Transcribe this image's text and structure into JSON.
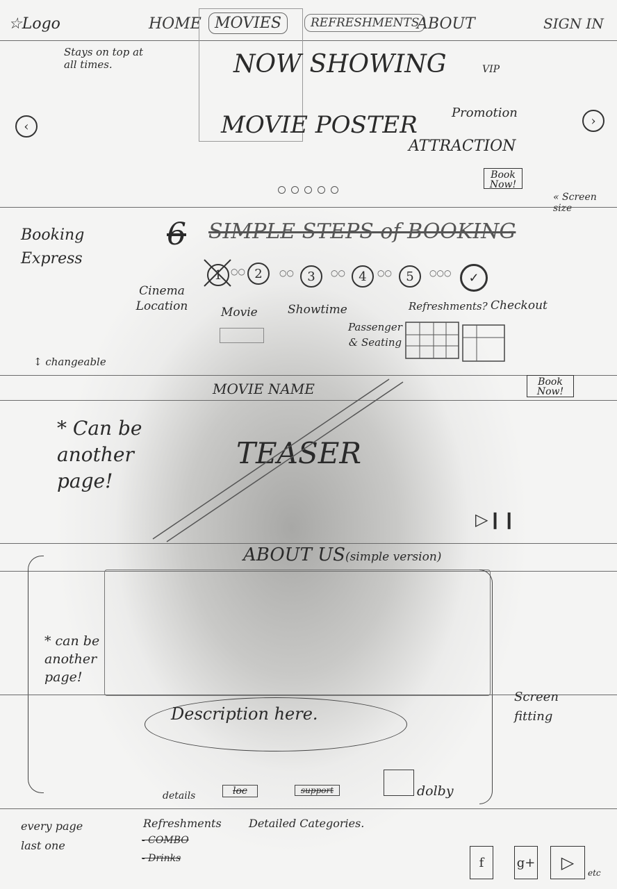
{
  "header": {
    "logo": "Logo",
    "logo_note": "Stays on top at all times.",
    "nav": [
      "HOME",
      "MOVIES",
      "REFRESHMENTS",
      "ABOUT",
      "SIGN IN"
    ]
  },
  "hero": {
    "title": "NOW SHOWING",
    "vip": "VIP",
    "poster": "MOVIE POSTER",
    "promotion": "Promotion",
    "attraction": "ATTRACTION",
    "book_button": "Book Now!",
    "prev_icon": "chevron-left",
    "next_icon": "chevron-right",
    "carousel_dots": 5,
    "screen_size_note": "Screen size"
  },
  "booking": {
    "express_label": "Booking Express",
    "struck_number": "6",
    "title": "SIMPLE STEPS of BOOKING",
    "steps": [
      {
        "number": "1",
        "label": "Cinema Location",
        "crossed": true
      },
      {
        "number": "2",
        "label": "Movie"
      },
      {
        "number": "3",
        "label": "Showtime"
      },
      {
        "number": "4",
        "label": "Passenger & Seating"
      },
      {
        "number": "5",
        "label": "Refreshments?"
      },
      {
        "number": "✓",
        "label": "Checkout"
      }
    ],
    "changeable_note": "changeable"
  },
  "teaser": {
    "movie_name": "MOVIE NAME",
    "book_button": "Book Now!",
    "title": "TEASER",
    "note": "* Can be another page!",
    "playback_icon": "play-pause"
  },
  "about": {
    "title": "ABOUT US",
    "subtitle": "(simple version)",
    "note": "* can be another page!",
    "description": "Description here.",
    "screen_fitting_note": "Screen fitting",
    "details_label": "details",
    "struck_loc": "loc",
    "struck_support": "support",
    "dolby": "dolby"
  },
  "footer": {
    "note": "every page last one",
    "refreshments": "Refreshments",
    "items": [
      "- COMBO",
      "- Drinks"
    ],
    "categories": "Detailed Categories.",
    "social": [
      "f",
      "g+",
      "▷"
    ],
    "etc": "etc"
  }
}
